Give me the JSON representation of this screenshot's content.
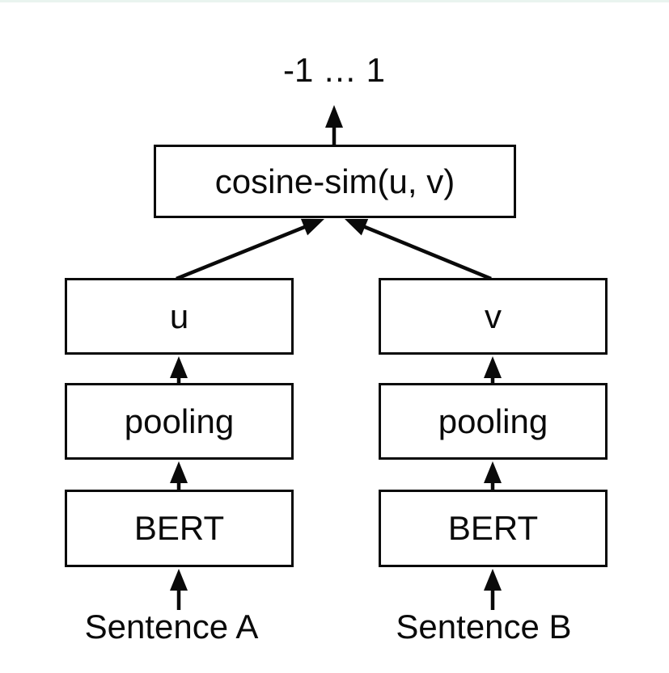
{
  "diagram": {
    "output_label": "-1 … 1",
    "cosine_label": "cosine-sim(u, v)",
    "left_tower": {
      "embedding_label": "u",
      "pooling_label": "pooling",
      "encoder_label": "BERT",
      "input_label": "Sentence A"
    },
    "right_tower": {
      "embedding_label": "v",
      "pooling_label": "pooling",
      "encoder_label": "BERT",
      "input_label": "Sentence B"
    },
    "colors": {
      "stroke": "#0a0a0a",
      "background": "#ffffff",
      "box_fill": "#ffffff",
      "top_edge_tint": "#e9f4ef"
    }
  }
}
